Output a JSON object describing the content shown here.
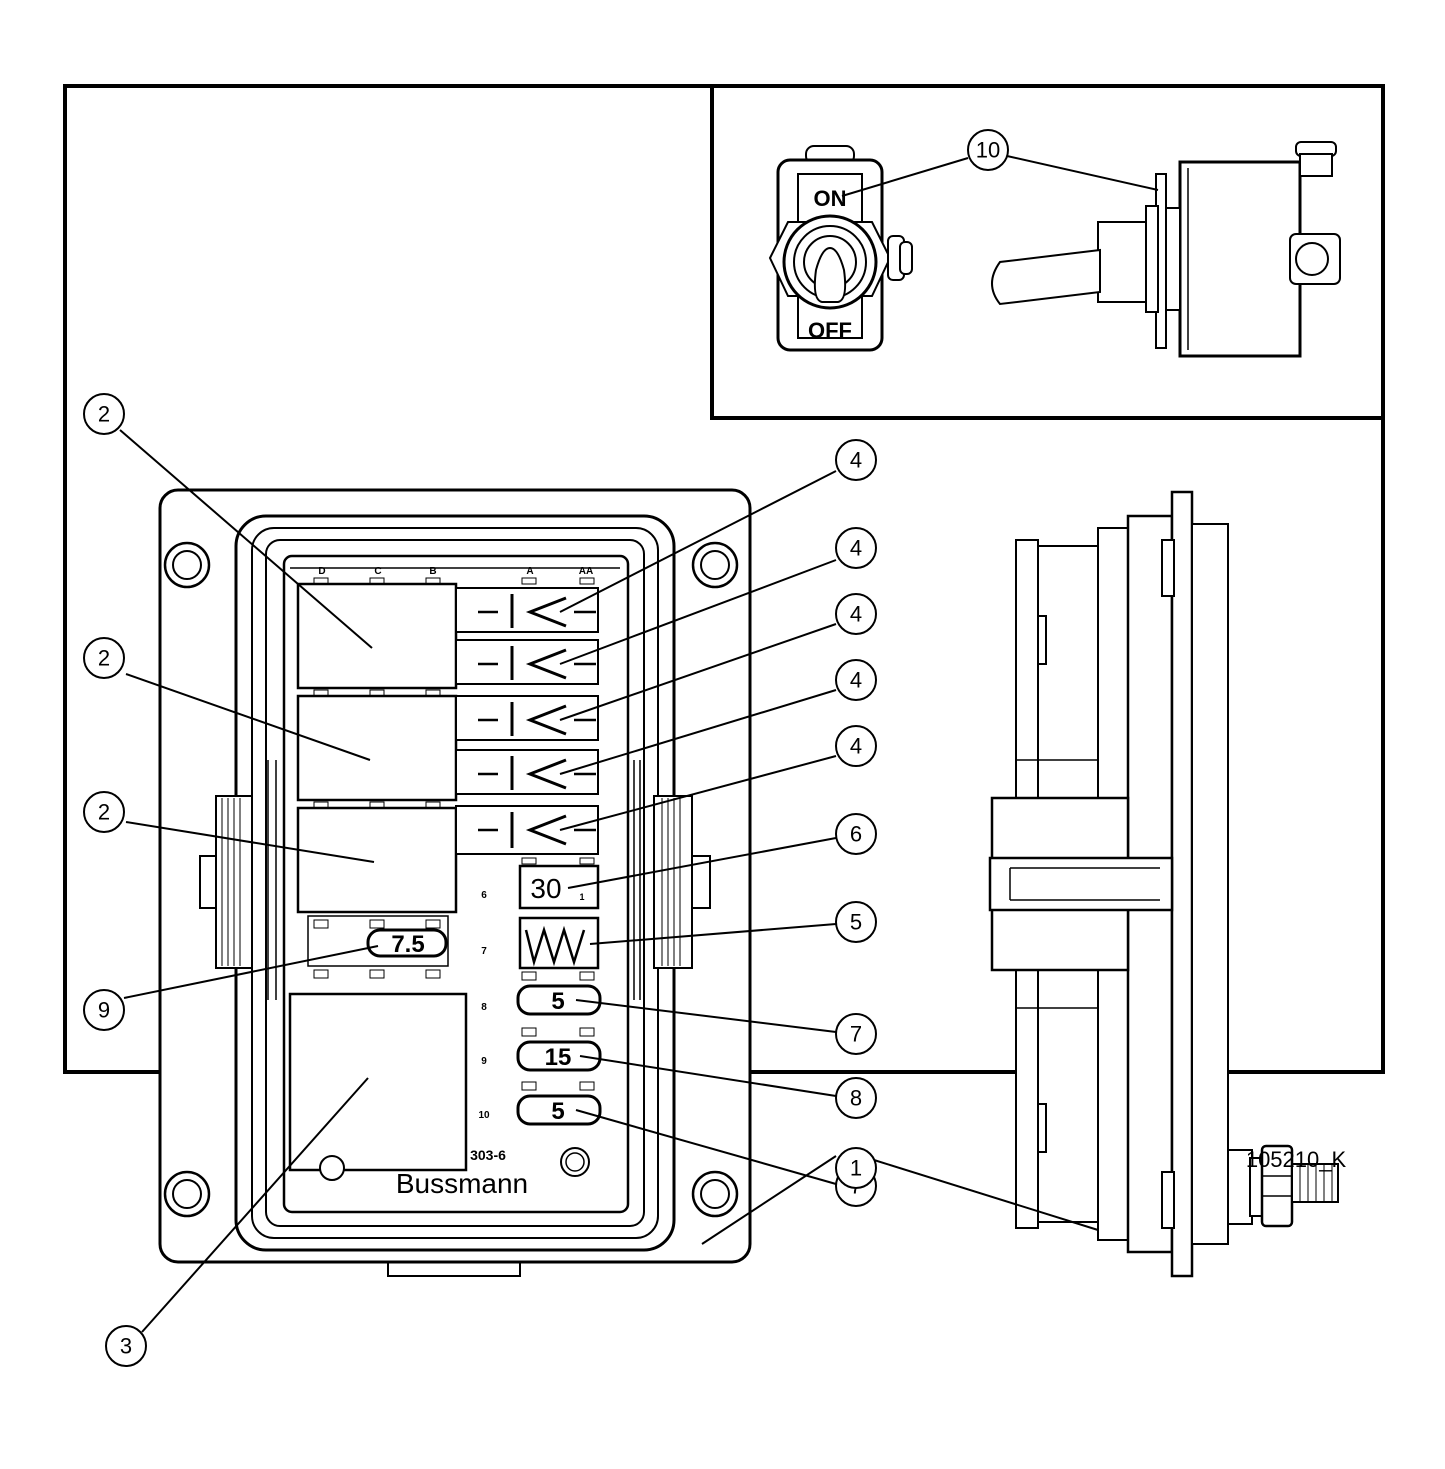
{
  "figure_id": "105210_K",
  "toggle_switch": {
    "on_label": "ON",
    "off_label": "OFF"
  },
  "fuse_block": {
    "brand": "Bussmann",
    "model_partial": "303-6",
    "top_labels": [
      "D",
      "C",
      "B",
      "A",
      "AA"
    ],
    "row_numbers": [
      "6",
      "7",
      "8",
      "9",
      "10",
      "1"
    ],
    "fuse_values": [
      "30",
      "7.5",
      "5",
      "15",
      "5"
    ]
  },
  "callouts": [
    "10",
    "2",
    "2",
    "2",
    "4",
    "4",
    "4",
    "4",
    "4",
    "6",
    "5",
    "9",
    "7",
    "8",
    "7",
    "3",
    "1"
  ]
}
